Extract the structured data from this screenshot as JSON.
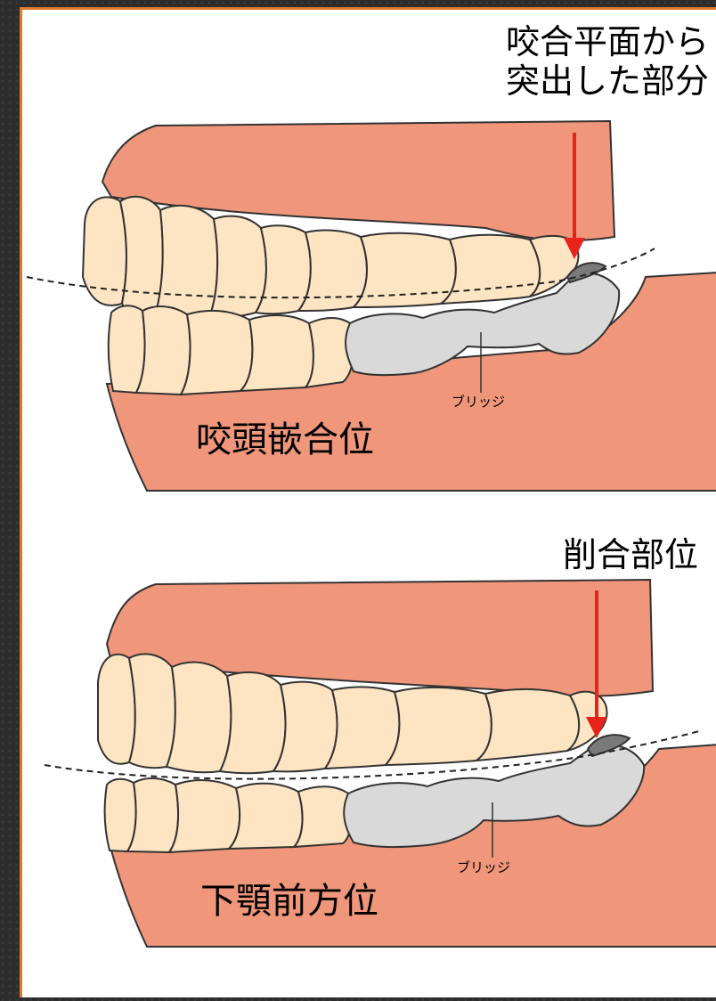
{
  "diagram": {
    "top_panel": {
      "callout_line1": "咬合平面から",
      "callout_line2": "突出した部分",
      "bridge_label": "ブリッジ",
      "position_label": "咬頭嵌合位"
    },
    "bottom_panel": {
      "callout": "削合部位",
      "bridge_label": "ブリッジ",
      "position_label": "下顎前方位"
    },
    "colors": {
      "gum": "#f0967a",
      "tooth": "#fde4c3",
      "bridge": "#d9d9d9",
      "protrusion": "#7a7a7a",
      "arrow": "#e8231c",
      "frame_accent": "#e07a2a"
    }
  }
}
